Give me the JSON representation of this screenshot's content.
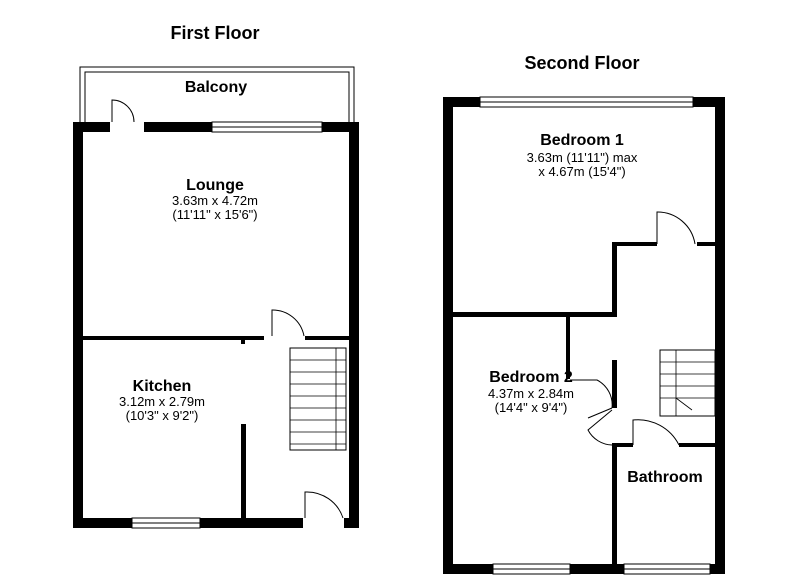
{
  "first_floor": {
    "title": "First Floor",
    "balcony": {
      "name": "Balcony"
    },
    "lounge": {
      "name": "Lounge",
      "dim1": "3.63m x 4.72m",
      "dim2": "(11'11\" x 15'6\")"
    },
    "kitchen": {
      "name": "Kitchen",
      "dim1": "3.12m x 2.79m",
      "dim2": "(10'3\" x 9'2\")"
    }
  },
  "second_floor": {
    "title": "Second Floor",
    "bedroom1": {
      "name": "Bedroom 1",
      "dim1": "3.63m (11'11\") max",
      "dim2": "x 4.67m (15'4\")"
    },
    "bedroom2": {
      "name": "Bedroom 2",
      "dim1": "4.37m x 2.84m",
      "dim2": "(14'4\" x 9'4\")"
    },
    "bathroom": {
      "name": "Bathroom"
    }
  }
}
